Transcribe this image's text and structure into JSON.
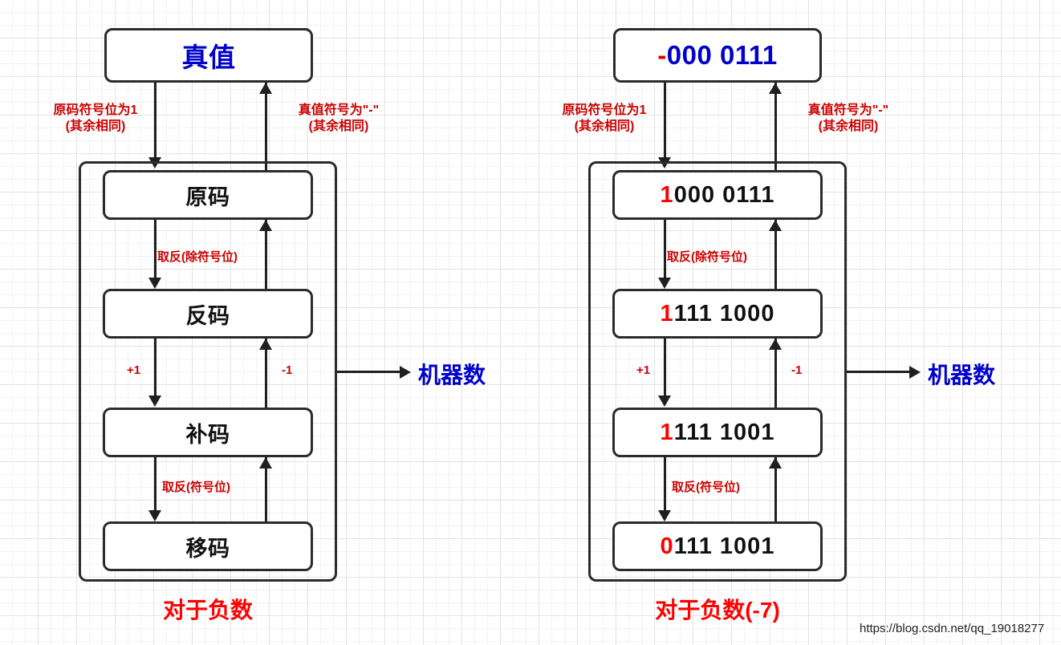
{
  "diagram": {
    "left": {
      "top_node": "真值",
      "nodes": [
        "原码",
        "反码",
        "补码",
        "移码"
      ],
      "edge_labels": {
        "down_from_truth": "原码符号位为1\n(其余相同)",
        "up_to_truth": "真值符号为\"-\"\n(其余相同)",
        "invert_except_sign": "取反(除符号位)",
        "plus_one": "+1",
        "minus_one": "-1",
        "invert_sign": "取反(符号位)"
      },
      "machine_number_label": "机器数",
      "caption": "对于负数"
    },
    "right": {
      "top_node": {
        "sign": "-",
        "digits": "000 0111"
      },
      "nodes": [
        {
          "sign": "1",
          "rest": "000 0111"
        },
        {
          "sign": "1",
          "rest": "111 1000"
        },
        {
          "sign": "1",
          "rest": "111 1001"
        },
        {
          "sign": "0",
          "rest": "111 1001"
        }
      ],
      "edge_labels": {
        "down_from_truth": "原码符号位为1\n(其余相同)",
        "up_to_truth": "真值符号为\"-\"\n(其余相同)",
        "invert_except_sign": "取反(除符号位)",
        "plus_one": "+1",
        "minus_one": "-1",
        "invert_sign": "取反(符号位)"
      },
      "machine_number_label": "机器数",
      "caption": "对于负数(-7)"
    }
  },
  "watermark": "https://blog.csdn.net/qq_19018277",
  "colors": {
    "truth_blue": "#0000cc",
    "label_red": "#cc0000",
    "sign_red": "#ff0000",
    "line_black": "#1f1f1f"
  }
}
